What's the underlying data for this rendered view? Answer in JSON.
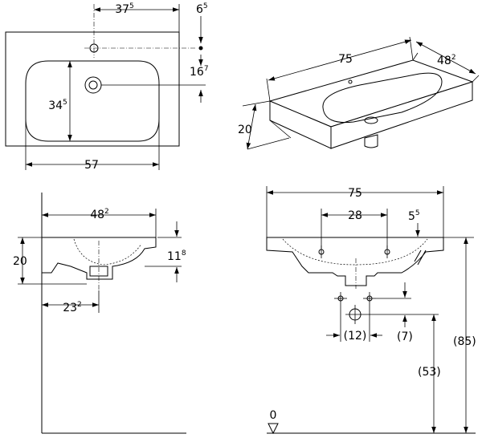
{
  "drawing": {
    "top_view": {
      "tap_from_center": {
        "main": "37",
        "sup": "5"
      },
      "tap_from_back": {
        "main": "6",
        "sup": "5"
      },
      "overflow_from_back": {
        "main": "16",
        "sup": "7"
      },
      "bowl_depth": {
        "main": "34",
        "sup": "5"
      },
      "bowl_width": {
        "main": "57",
        "sup": ""
      }
    },
    "iso_view": {
      "width": {
        "main": "75",
        "sup": ""
      },
      "depth": {
        "main": "48",
        "sup": "2"
      },
      "height": {
        "main": "20",
        "sup": ""
      }
    },
    "side_view": {
      "depth": {
        "main": "48",
        "sup": "2"
      },
      "height": {
        "main": "20",
        "sup": ""
      },
      "bowl_depth": {
        "main": "11",
        "sup": "8"
      },
      "waste_from_wall": {
        "main": "23",
        "sup": "2"
      }
    },
    "front_view": {
      "width": {
        "main": "75",
        "sup": ""
      },
      "fixing_spacing": {
        "main": "28",
        "sup": ""
      },
      "fixing_from_top": {
        "main": "5",
        "sup": "5"
      },
      "waste_spacing": {
        "main": "(12)",
        "sup": ""
      },
      "waste_offset": {
        "main": "(7)",
        "sup": ""
      },
      "waste_height": {
        "main": "(53)",
        "sup": ""
      },
      "install_height": {
        "main": "(85)",
        "sup": ""
      },
      "floor_level": {
        "main": "0",
        "sup": ""
      }
    }
  }
}
